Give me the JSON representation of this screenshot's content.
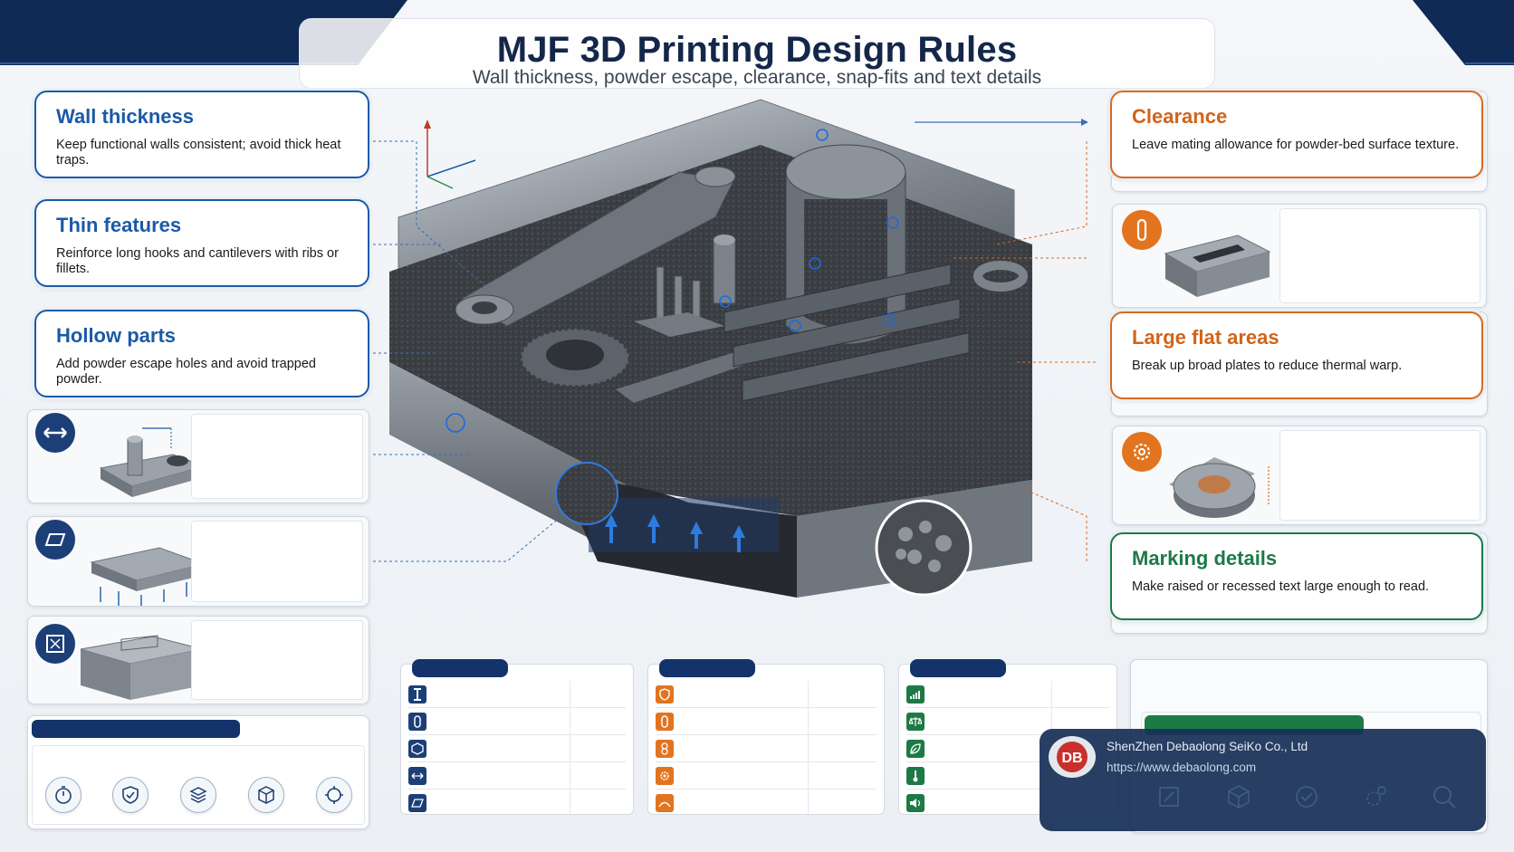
{
  "header": {
    "title": "MJF 3D Printing Design Rules",
    "subtitle": "Wall thickness, powder escape, clearance, snap-fits and text details"
  },
  "left_rules": [
    {
      "title": "Wall thickness",
      "text": "Keep functional walls consistent; avoid thick heat traps."
    },
    {
      "title": "Thin features",
      "text": "Reinforce long hooks and cantilevers with ribs or fillets."
    },
    {
      "title": "Hollow parts",
      "text": "Add powder escape holes and avoid trapped powder."
    }
  ],
  "right_rules": [
    {
      "title": "Clearance",
      "text": "Leave mating allowance for powder-bed surface texture."
    },
    {
      "title": "Large flat areas",
      "text": "Break up broad plates to reduce thermal warp."
    },
    {
      "title": "Marking details",
      "text": "Make raised or recessed text large enough to read."
    }
  ],
  "image_cards_left": [
    "arrows-horizontal-icon",
    "flat-plate-icon",
    "text-engrave-icon"
  ],
  "image_cards_right": [
    "slot-clearance-icon",
    "gear-icon"
  ],
  "bottom_left_icons": [
    "stopwatch-icon",
    "shield-check-icon",
    "layers-icon",
    "cube-icon",
    "target-icon"
  ],
  "tables": [
    {
      "icons": [
        "i-beam-icon",
        "slot-icon",
        "cube-icon",
        "arrows-horizontal-icon",
        "plate-icon"
      ],
      "color": "#1d3f78"
    },
    {
      "icons": [
        "shield-icon",
        "slot-icon",
        "chain-icon",
        "gear-icon",
        "warp-icon"
      ],
      "color": "#e2741f"
    },
    {
      "icons": [
        "bar-chart-icon",
        "scale-icon",
        "leaf-icon",
        "thermometer-icon",
        "speaker-icon"
      ],
      "color": "#1d7a45"
    }
  ],
  "bottom_right_icons": [
    "edit-icon",
    "cube-icon",
    "check-circle-icon",
    "settings-icon",
    "search-icon"
  ],
  "company": {
    "name": "ShenZhen Debaolong SeiKo Co., Ltd",
    "url": "https://www.debaolong.com",
    "logo_text": "DB"
  },
  "colors": {
    "navy": "#13336a",
    "blue": "#1b5aa6",
    "orange": "#d96a1f",
    "green": "#1d7a45"
  }
}
